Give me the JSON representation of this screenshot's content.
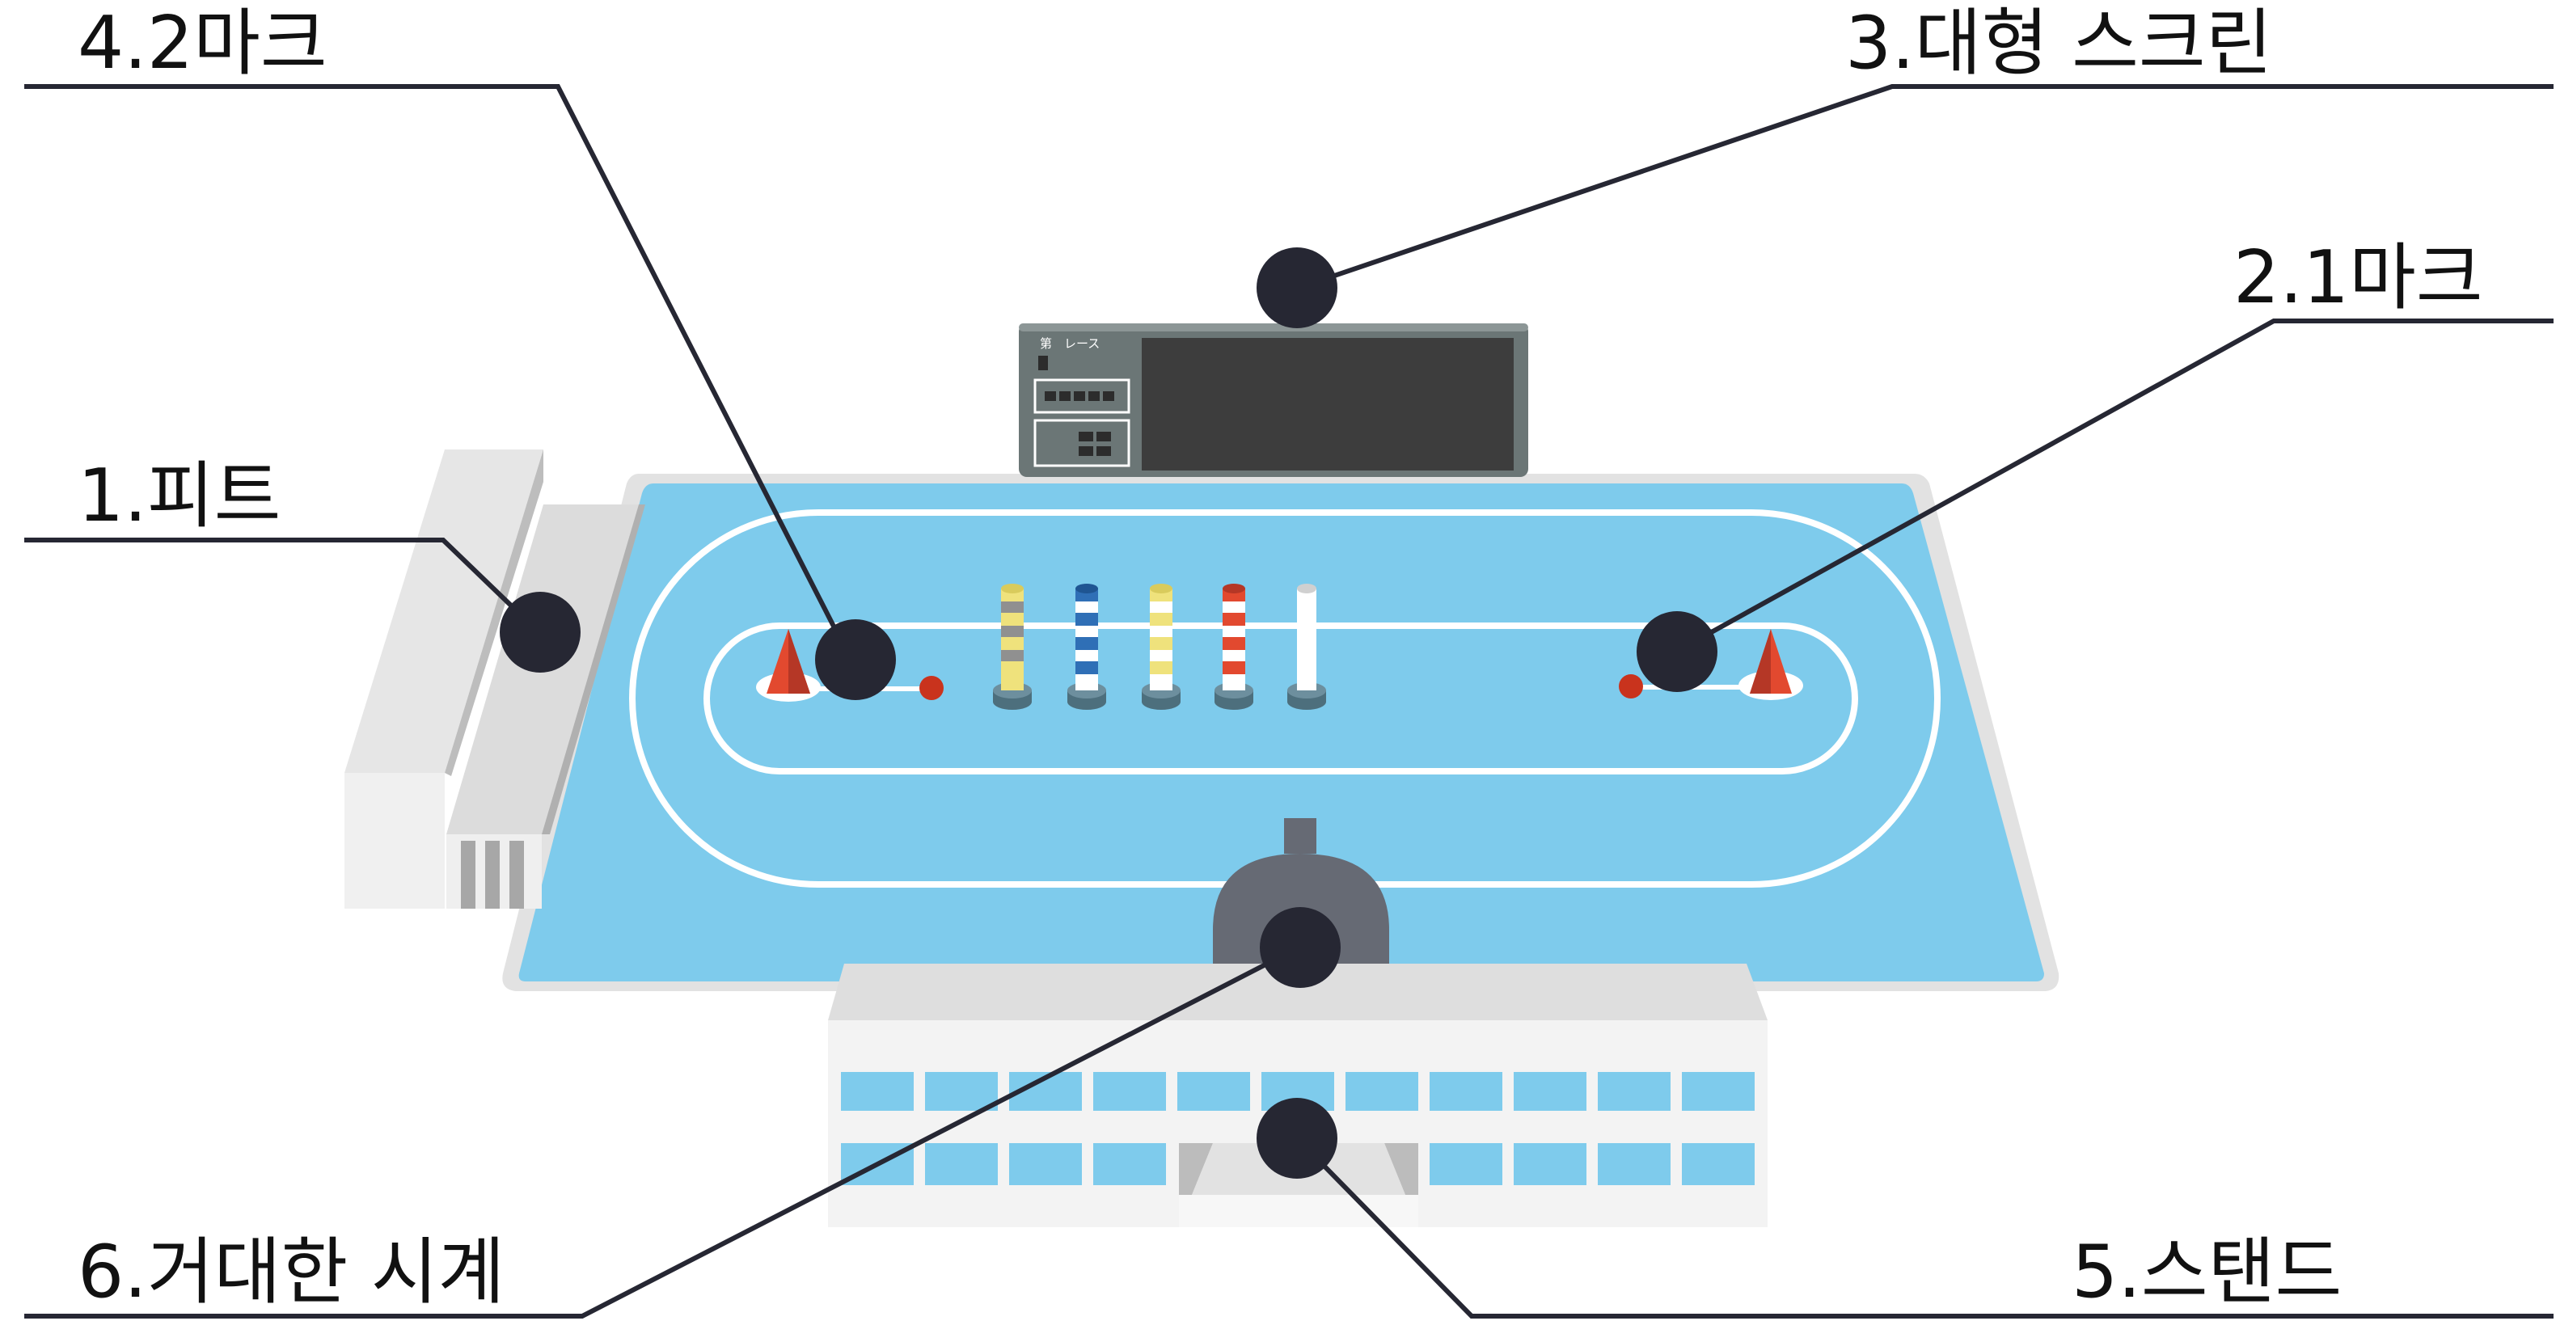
{
  "callouts": {
    "pit": "1.피트",
    "mark1": "2.1마크",
    "big_screen": "3.대형 스크린",
    "mark2": "4.2마크",
    "stand": "5.스탠드",
    "giant_clock": "6.거대한 시계"
  },
  "scoreboard": {
    "race_label": "第　レース"
  },
  "colors": {
    "water": "#7ecbec",
    "water_border": "#e2e2e2",
    "lane": "#ffffff",
    "scoreboard_frame": "#6b7676",
    "scoreboard_screen": "#3d3d3d",
    "marker_dot": "#262733",
    "leader_line": "#262733",
    "buoy_red": "#e2492f",
    "building_wall": "#f3f3f3",
    "building_roof": "#dedede",
    "window": "#7ecbec",
    "clock_body": "#666a74"
  },
  "icons": {
    "marker": "marker-dot-icon",
    "turn_buoy": "turn-buoy-icon",
    "start_pole": "start-pole-icon"
  }
}
